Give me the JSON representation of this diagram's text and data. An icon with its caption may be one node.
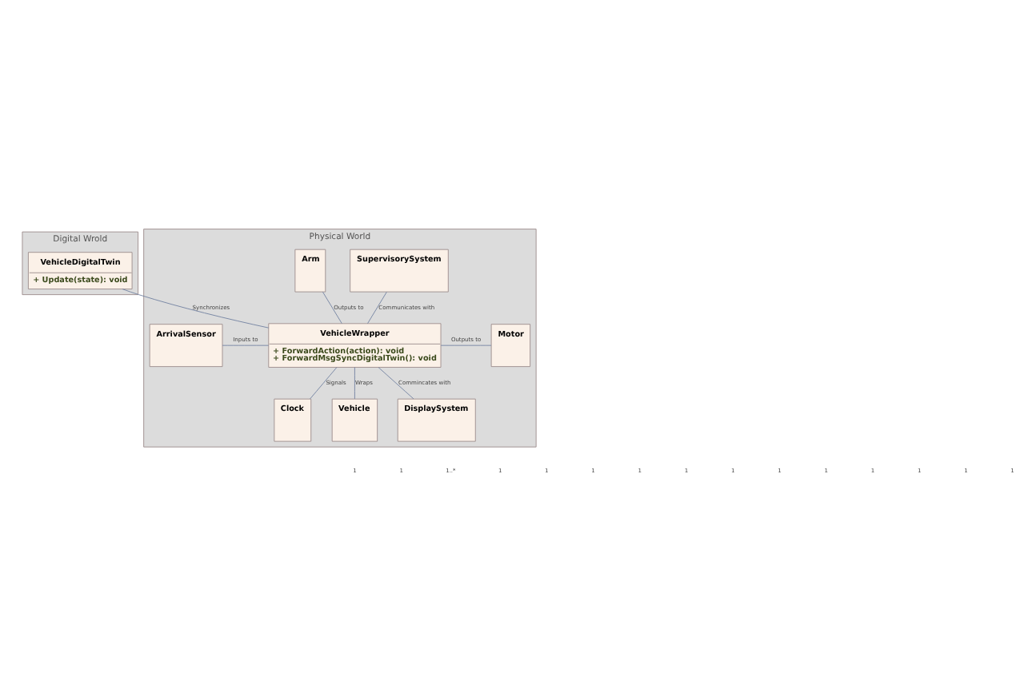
{
  "diagram": {
    "nodes": [
      {
        "text": [
          "Digital Wrold"
        ]
      },
      {
        "text": [
          "VehicleDigitalTwin",
          "+ Update(state): void"
        ],
        "in": 0
      },
      {
        "text": [
          "Physical World"
        ]
      },
      {
        "text": [
          "SupervisorySystem"
        ],
        "in": 2
      },
      {
        "text": [
          "Arm"
        ],
        "in": 2
      },
      {
        "text": [
          "ArrivalSensor"
        ],
        "in": 2
      },
      {
        "text": [
          "VehicleWrapper",
          "+ ForwardAction(action): void",
          "+ ForwardMsgSyncDigitalTwin(): void"
        ],
        "in": 2
      },
      {
        "text": [
          "Motor"
        ],
        "in": 2
      },
      {
        "text": [
          "Clock"
        ],
        "in": 2
      },
      {
        "text": [
          "Vehicle"
        ],
        "in": 2
      },
      {
        "text": [
          "DisplaySystem"
        ],
        "in": 2
      }
    ],
    "edges": [
      {
        "from": 1,
        "to": 6,
        "arrow": "none",
        "label": "Synchronizes"
      },
      {
        "from": 3,
        "to": 6,
        "arrow": "none",
        "label": "Communicates with"
      },
      {
        "from": 6,
        "to": 4,
        "arrow": "none",
        "label": "Outputs to"
      },
      {
        "from": 5,
        "to": 6,
        "arrow": "none",
        "label": "Inputs to"
      },
      {
        "from": 6,
        "to": 7,
        "arrow": "none",
        "label": "Outputs to"
      },
      {
        "from": 6,
        "to": 8,
        "arrow": "none",
        "label": "Signals"
      },
      {
        "from": 6,
        "to": 9,
        "arrow": "none",
        "label": "Wraps"
      },
      {
        "from": 6,
        "to": 10,
        "arrow": "none",
        "label": "Commincates with"
      }
    ],
    "labels": [
      "1",
      "1",
      "1..*",
      "1",
      "1",
      "1",
      "1",
      "1",
      "1",
      "1",
      "1",
      "1",
      "1",
      "1",
      "1"
    ]
  }
}
